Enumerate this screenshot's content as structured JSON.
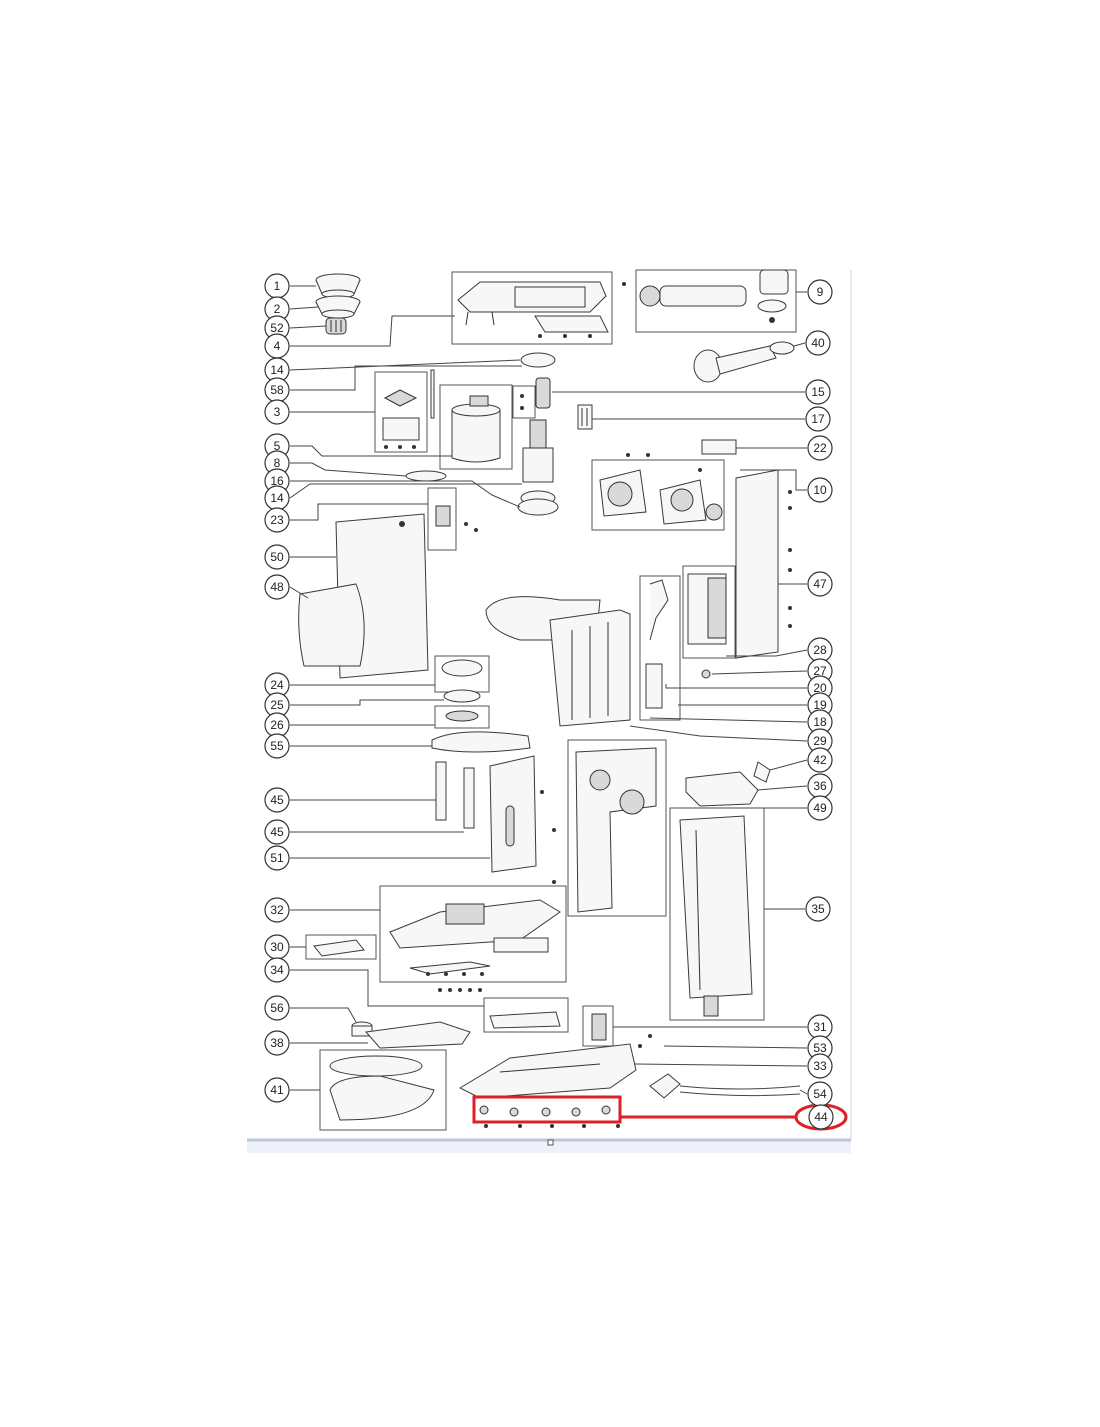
{
  "diagram": {
    "callouts_left": [
      "1",
      "2",
      "52",
      "4",
      "14",
      "58",
      "3",
      "5",
      "8",
      "16",
      "14",
      "23",
      "50",
      "48",
      "24",
      "25",
      "26",
      "55",
      "45",
      "45",
      "51",
      "32",
      "30",
      "34",
      "56",
      "38",
      "41"
    ],
    "callouts_right": [
      "9",
      "40",
      "15",
      "17",
      "22",
      "10",
      "47",
      "28",
      "27",
      "20",
      "19",
      "18",
      "29",
      "42",
      "36",
      "49",
      "35",
      "31",
      "53",
      "33",
      "54",
      "44"
    ],
    "highlight": {
      "part": "44",
      "color": "#dd1f26"
    },
    "colors": {
      "line": "#333333",
      "background": "#ffffff",
      "highlight": "#dd1f26"
    }
  }
}
